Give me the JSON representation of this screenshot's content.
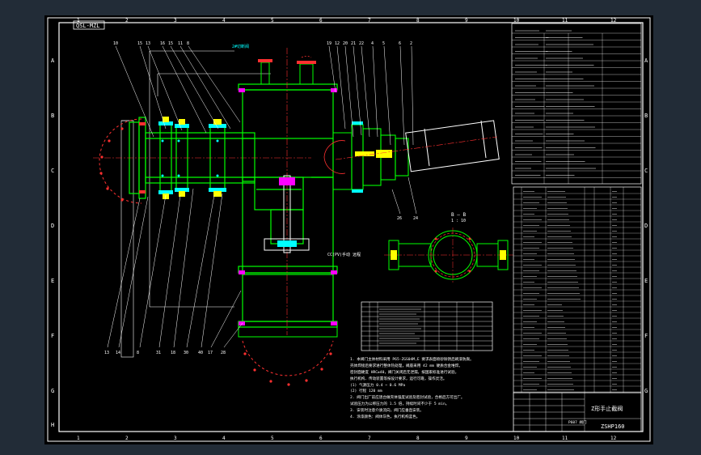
{
  "drawing": {
    "badge_label": "QSL-MZL",
    "main_label": "2#切断阀",
    "title_block": {
      "name": "Z形手止截阀",
      "code": "ZSHP160",
      "mark": "P607 阀门"
    },
    "section_label": "B — B",
    "section_sub": "1 : 10",
    "margin_letters": [
      "A",
      "B",
      "C",
      "D",
      "E",
      "F",
      "G",
      "H"
    ],
    "margin_numbers": [
      "1",
      "2",
      "3",
      "4",
      "5",
      "6",
      "7",
      "8",
      "9",
      "10",
      "11",
      "12"
    ],
    "annotation": "CC(PV)手动 远程",
    "leader_top": [
      "10",
      "15",
      "13",
      "16",
      "15",
      "11",
      "8",
      "19",
      "12",
      "20",
      "21",
      "22",
      "4",
      "5",
      "6",
      "2"
    ],
    "leader_bottom": [
      "13",
      "14",
      "8",
      "31",
      "18",
      "30",
      "40",
      "17",
      "28",
      "26",
      "24"
    ],
    "notes": [
      "1. 本阀门主体材料采用 P65-ZGS04M,E 要求表面喷砂除锈后刷漆防腐。",
      "   壳体焊接后要求进行整体热处理，阀座采用 42 mm 硬质合金堆焊。",
      "   密封面硬度 HRC≥40，阀门关闭后无泄漏，按国家标准进行试验。",
      "   执行机构、传动装置等按设计要求，运行可靠，操作灵活。",
      "   (1) 气源压力 0.4 ~ 0.6 MPa",
      "   (2) 行程 120 mm",
      "2. 阀门出厂前应逐台做壳体强度试验及密封试验，合格后方可出厂。",
      "   试验压力为公称压力的 1.5 倍，持续时间不少于 5 min。",
      "3. 安装时注意介质流向，阀门应垂直安装。",
      "4. 涂漆颜色：阀体灰色，执行机构蓝色。"
    ]
  },
  "colors": {
    "frame": "#ffffff",
    "green": "#00ff00",
    "cyan": "#00ffff",
    "yellow": "#ffff00",
    "red": "#ff3030",
    "magenta": "#ff00ff",
    "orange": "#ff9020"
  }
}
